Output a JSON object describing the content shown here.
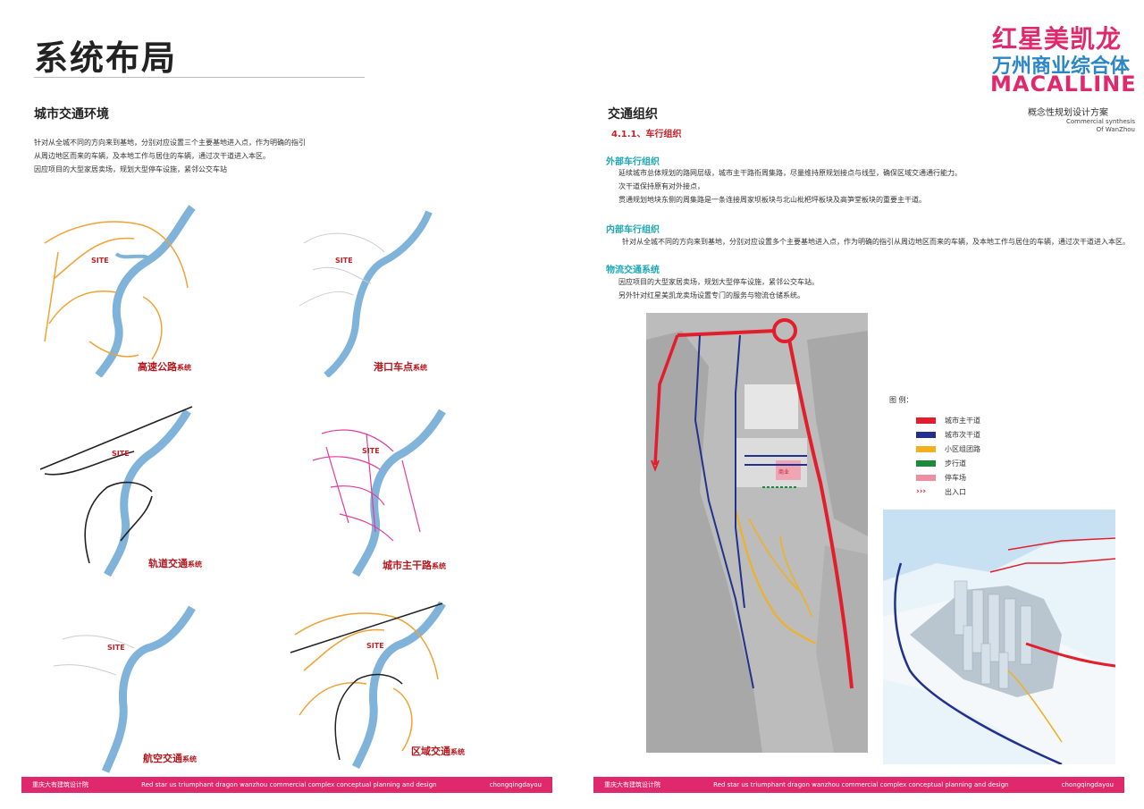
{
  "left": {
    "title": "系统布局",
    "section": "城市交通环境",
    "body": [
      "针对从全城不同的方向来到基地，分别对应设置三个主要基地进入点，作为明确的指引",
      "从周边地区而来的车辆，及本地工作与居住的车辆，通过次干道进入本区。",
      "因应项目的大型家居卖场，规划大型停车设施，紧邻公交车站"
    ],
    "maps": [
      {
        "cap": "高速公路",
        "suffix": "系统",
        "site": "SITE"
      },
      {
        "cap": "港口车点",
        "suffix": "系统",
        "site": "SITE"
      },
      {
        "cap": "轨道交通",
        "suffix": "系统",
        "site": "SITE"
      },
      {
        "cap": "城市主干路",
        "suffix": "系统",
        "site": "SITE"
      },
      {
        "cap": "航空交通",
        "suffix": "系统",
        "site": "SITE"
      },
      {
        "cap": "区域交通",
        "suffix": "系统",
        "site": "SITE"
      }
    ],
    "footer": {
      "left": "重庆大有建筑设计院",
      "center": "Red star us triumphant dragon wanzhou commercial complex conceptual planning and design",
      "right": "chongqingdayou"
    }
  },
  "right": {
    "logo": {
      "line1": "红星美凯龙",
      "line2": "万州商业综合体",
      "line3": "MACALLINE",
      "line4": "概念性规划设计方案",
      "line5": "Commercial synthesis",
      "line6": "Of WanZhou"
    },
    "section": "交通组织",
    "subsection": "4.1.1、车行组织",
    "blocks": [
      {
        "head": "外部车行组织",
        "lines": [
          "延续城市总体规划的路网层级，城市主干路衔周集路，尽量维持原规划接点与线型，确保区域交通通行能力。",
          "次干道保持原有对外接点，",
          "贯通规划地块东侧的周集路是一条连接周家坝板块与北山枇杷坪板块及高笋堂板块的重要主干道。"
        ]
      },
      {
        "head": "内部车行组织",
        "lines": [
          "针对从全城不同的方向来到基地，分别对应设置多个主要基地进入点，作为明确的指引从周边地区而来的车辆，及本地工作与居住的车辆，通过次干道进入本区。"
        ]
      },
      {
        "head": "物流交通系统",
        "lines": [
          "因应项目的大型家居卖场，规划大型停车设施，紧邻公交车站。",
          "另外针对红星美凯龙卖场设置专门的服务与物流仓储系统。"
        ]
      }
    ],
    "legend": {
      "title": "图    例：",
      "items": [
        {
          "label": "城市主干道",
          "color": "#e31d2b"
        },
        {
          "label": "城市次干道",
          "color": "#23318e"
        },
        {
          "label": "小区组团路",
          "color": "#f2b01e"
        },
        {
          "label": "步行道",
          "color": "#1c8a3c"
        },
        {
          "label": "停车场",
          "color": "#ec8fa3"
        },
        {
          "label": "出入口",
          "color": "#e31d2b"
        }
      ]
    },
    "plan_label": "商业",
    "footer": {
      "left": "重庆大有建筑设计院",
      "center": "Red star us triumphant dragon wanzhou commercial complex conceptual planning and design",
      "right": "chongqingdayou"
    }
  }
}
